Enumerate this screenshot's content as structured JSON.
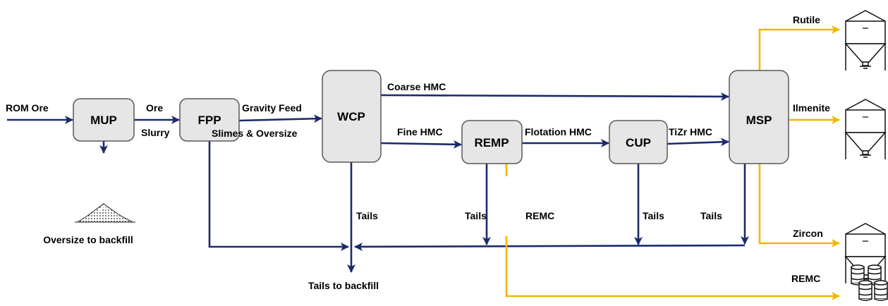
{
  "colors": {
    "flow_line": "#1b2a6b",
    "product_line": "#f5b700",
    "unit_fill": "#e6e6e6",
    "unit_border": "#595959"
  },
  "feed": "ROM Ore",
  "units": {
    "mup": "MUP",
    "fpp": "FPP",
    "wcp": "WCP",
    "remp": "REMP",
    "cup": "CUP",
    "msp": "MSP"
  },
  "streams": {
    "ore": "Ore",
    "slurry": "Slurry",
    "gravity_feed": "Gravity Feed",
    "slimes_oversize": "Slimes & Oversize",
    "coarse_hmc": "Coarse HMC",
    "fine_hmc": "Fine HMC",
    "flotation_hmc": "Flotation HMC",
    "tizr_hmc": "TiZr HMC",
    "remc": "REMC"
  },
  "tails": {
    "wcp": "Tails",
    "remp": "Tails",
    "cup": "Tails",
    "msp": "Tails"
  },
  "products": {
    "rutile": "Rutile",
    "ilmenite": "Ilmenite",
    "zircon": "Zircon",
    "remc": "REMC"
  },
  "destinations": {
    "oversize": "Oversize to backfill",
    "tails": "Tails to backfill"
  },
  "icons": {
    "stockpile": "stockpile-icon",
    "silo": "silo-icon",
    "drums": "drums-icon"
  }
}
